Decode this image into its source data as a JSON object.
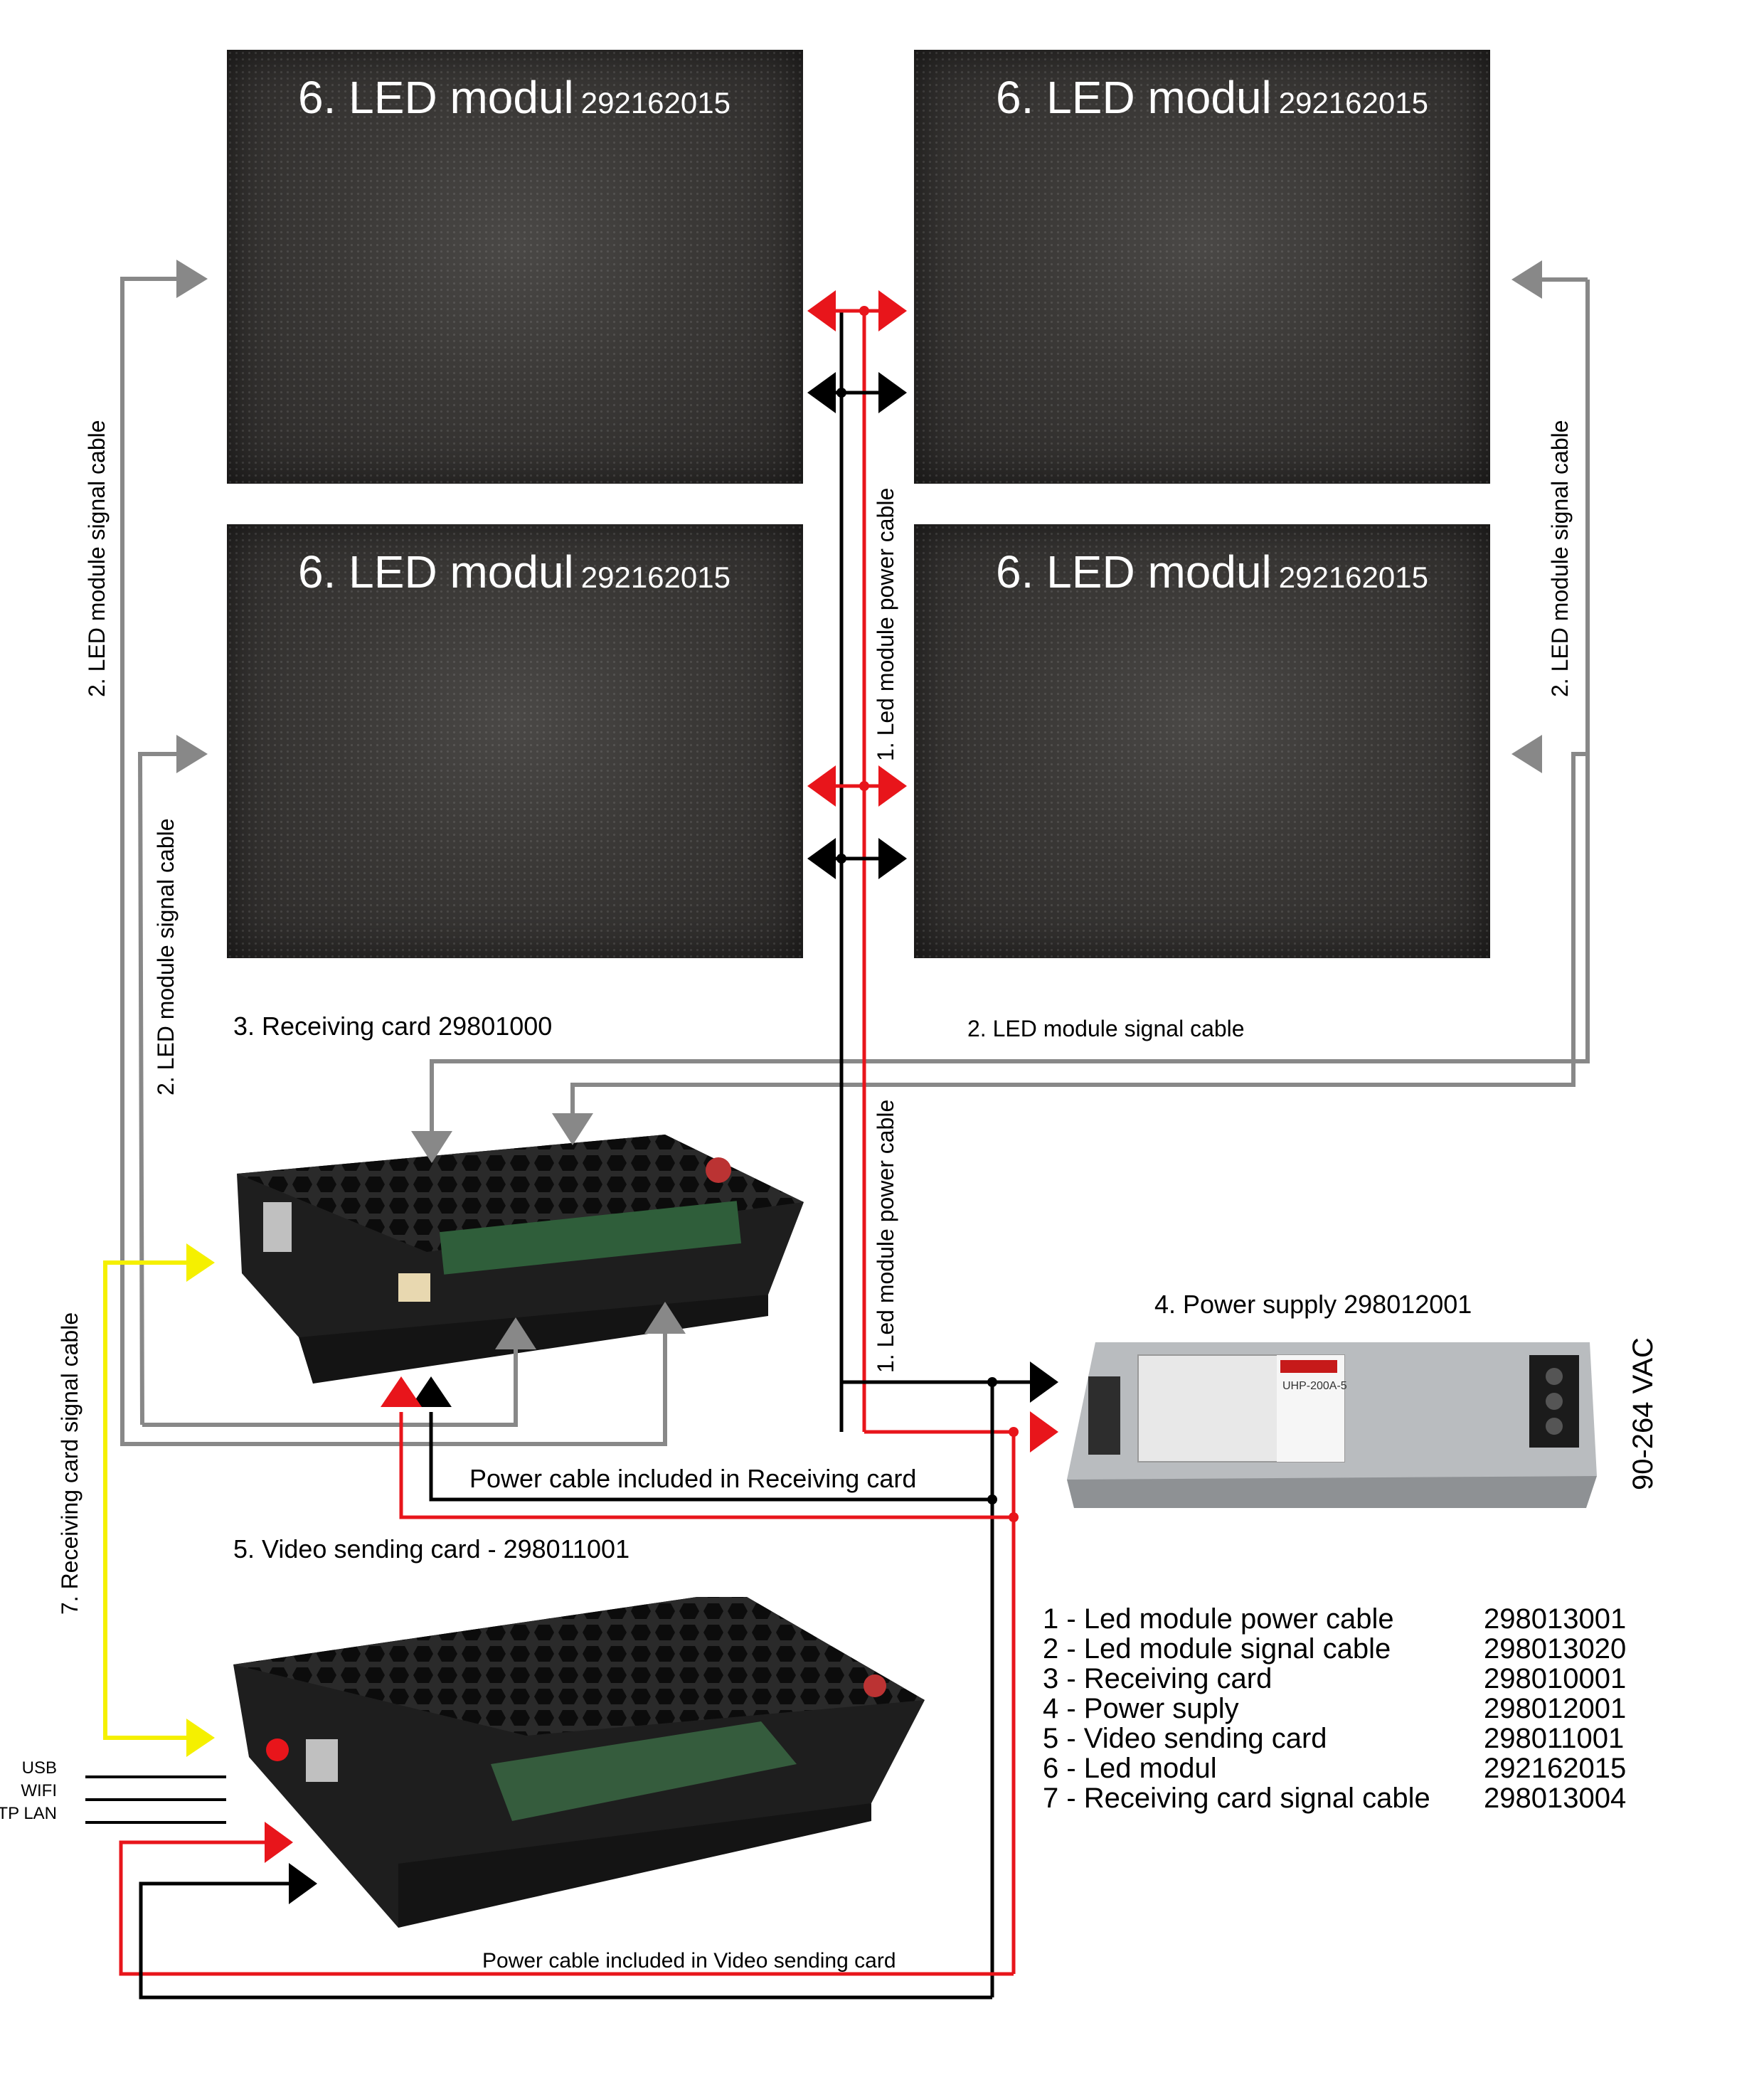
{
  "modules": [
    {
      "title": "6. LED modul",
      "code": "292162015"
    },
    {
      "title": "6. LED modul",
      "code": "292162015"
    },
    {
      "title": "6. LED modul",
      "code": "292162015"
    },
    {
      "title": "6. LED modul",
      "code": "292162015"
    }
  ],
  "labels": {
    "receiving_card": "3. Receiving card 29801000",
    "power_supply": "4. Power supply 298012001",
    "video_sending_card": "5. Video sending card - 298011001",
    "signal_cable_horizontal": "2. LED module signal cable",
    "signal_cable_left_outer": "2. LED module signal cable",
    "signal_cable_left_inner": "2. LED module signal cable",
    "signal_cable_right": "2. LED module signal cable",
    "power_cable_upper": "1.  Led module power cable",
    "power_cable_lower": "1.  Led module power cable",
    "receiving_card_signal_cable": "7. Receiving card signal cable",
    "power_cable_receiving": "Power cable included in Receiving card",
    "power_cable_video": "Power cable included in Video sending card",
    "voltage": "90-264 VAC",
    "psu_model": "UHP-200A-5"
  },
  "inputs": [
    "USB",
    "WIFI",
    "UTP LAN"
  ],
  "legend": [
    {
      "name": "1 - Led module power cable",
      "code": "298013001"
    },
    {
      "name": "2 - Led module signal cable",
      "code": "298013020"
    },
    {
      "name": "3 - Receiving card",
      "code": "298010001"
    },
    {
      "name": "4 - Power suply",
      "code": "298012001"
    },
    {
      "name": "5 - Video sending card",
      "code": "298011001"
    },
    {
      "name": "6 - Led modul",
      "code": "292162015"
    },
    {
      "name": "7 - Receiving card signal cable",
      "code": "298013004"
    }
  ],
  "colors": {
    "power_positive": "#e8151b",
    "power_negative": "#000000",
    "signal": "#888888",
    "receiving_signal": "#f5f000"
  }
}
